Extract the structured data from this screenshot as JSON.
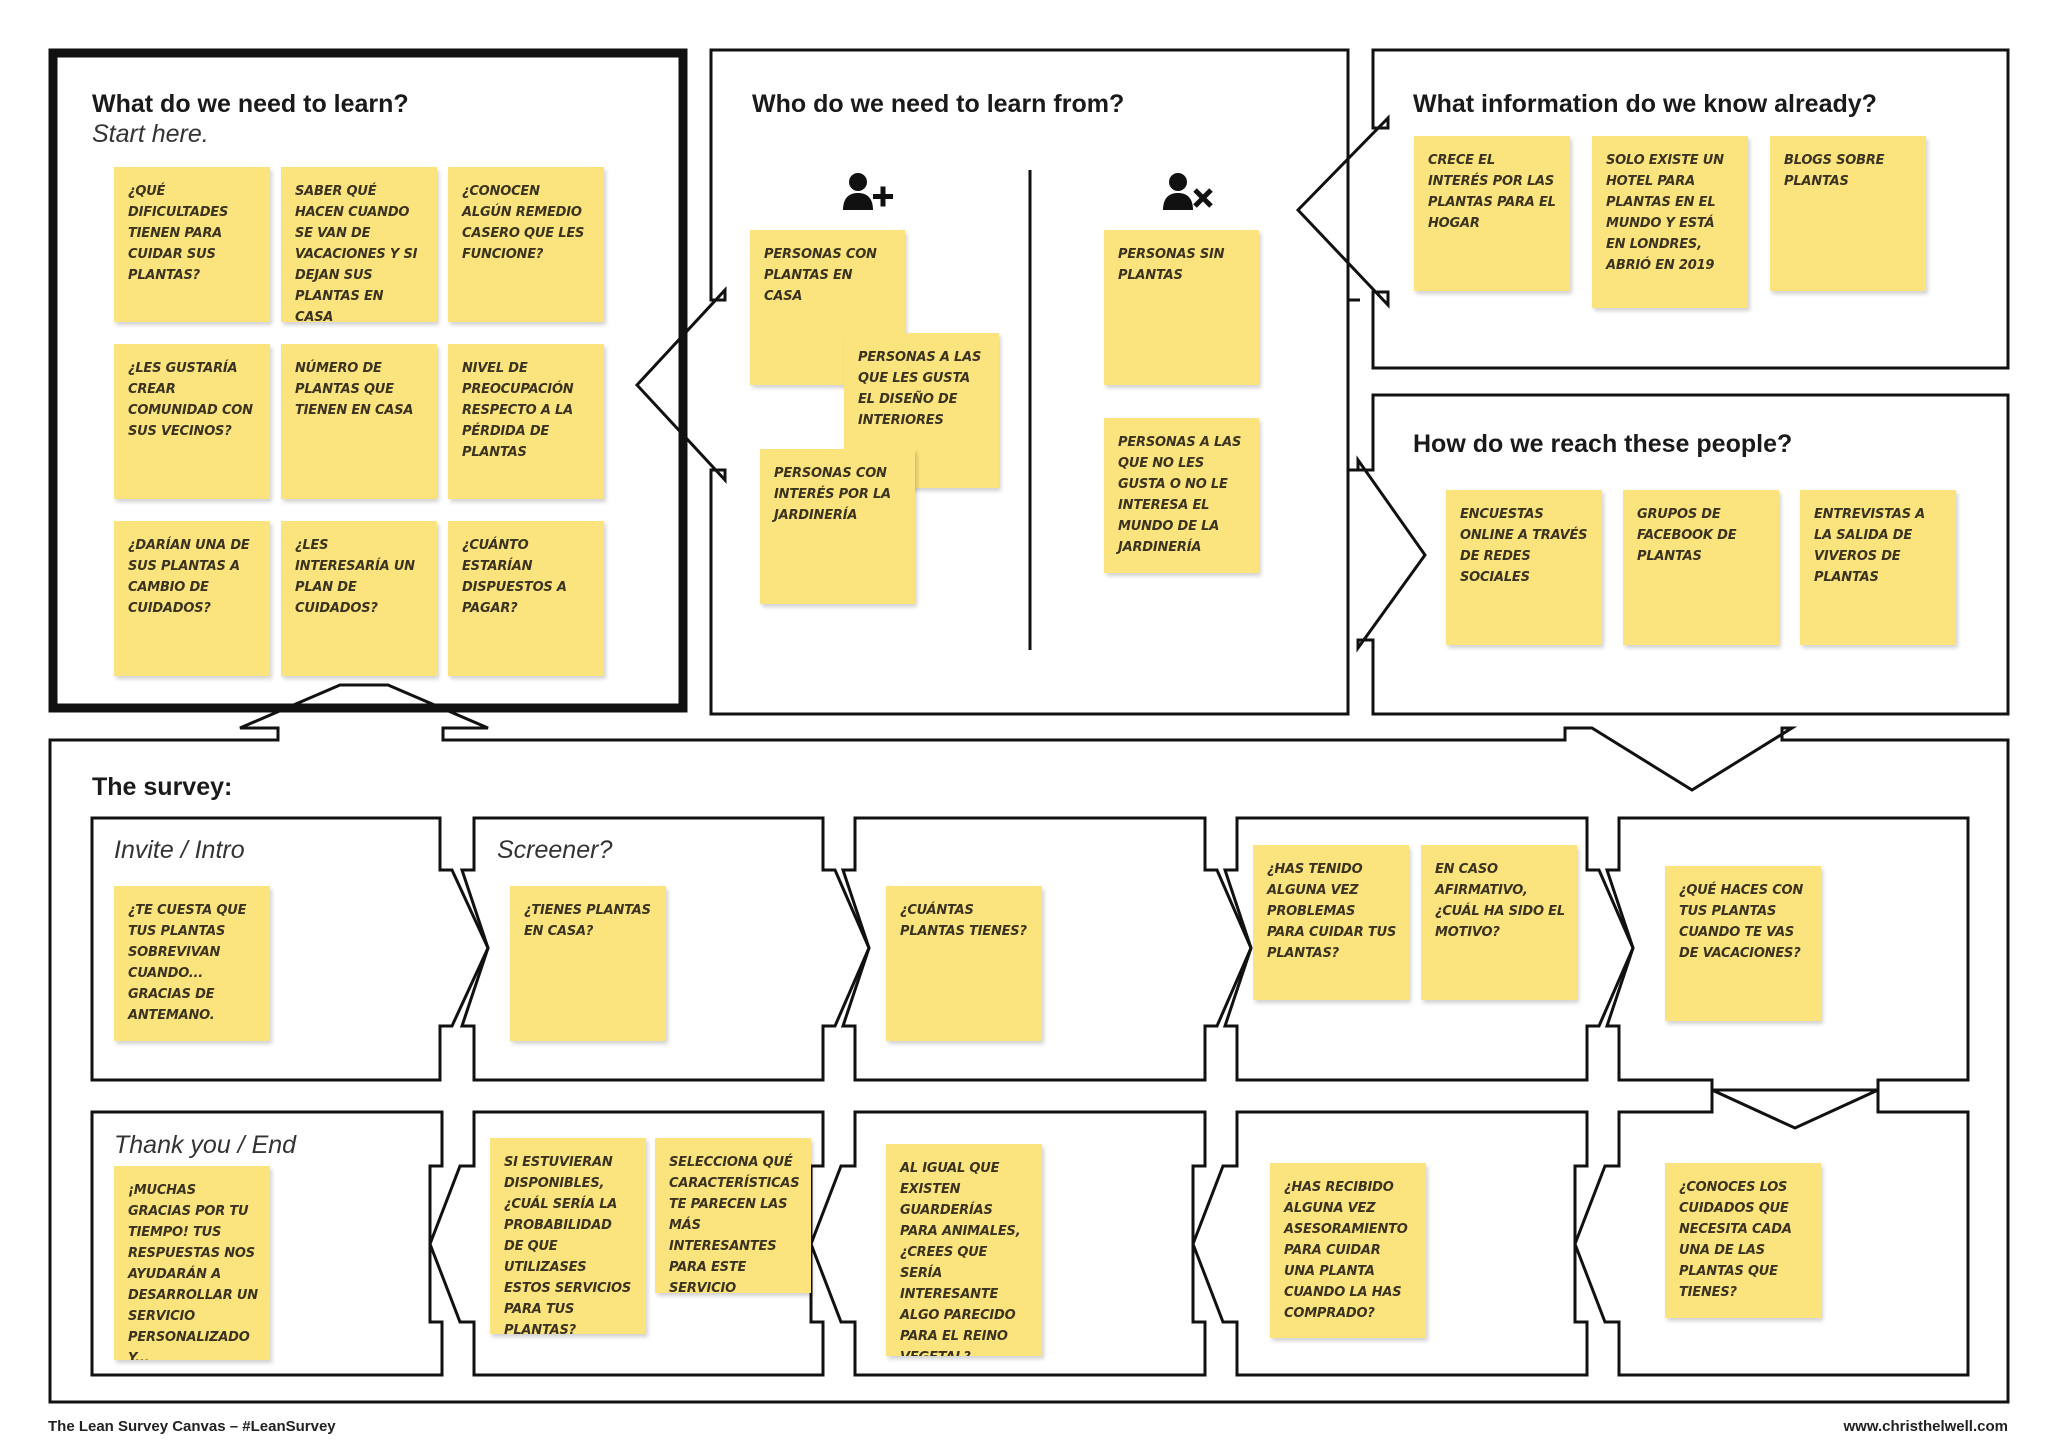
{
  "sections": {
    "learn": {
      "title": "What do we need to learn?",
      "subtitle": "Start here."
    },
    "who": {
      "title": "Who do we need to learn from?"
    },
    "know": {
      "title": "What information do we know already?"
    },
    "reach": {
      "title": "How do we reach these people?"
    },
    "survey": {
      "title": "The survey:"
    }
  },
  "survey_steps": {
    "invite": "Invite / Intro",
    "screener": "Screener?",
    "end": "Thank you / End"
  },
  "icons": {
    "include": "user-plus-icon",
    "exclude": "user-times-icon"
  },
  "notes": {
    "learn": [
      "¿Qué dificultades tienen para cuidar sus plantas?",
      "Saber qué hacen cuando se van de vacaciones y si dejan sus plantas en casa",
      "¿Conocen algún remedio casero que les funcione?",
      "¿Les gustaría crear comunidad con sus vecinos?",
      "Número de plantas que tienen en casa",
      "Nivel de preocupación respecto a la pérdida de plantas",
      "¿Darían una de sus plantas a cambio de cuidados?",
      "¿Les interesaría un plan de cuidados?",
      "¿Cuánto estarían dispuestos a pagar?"
    ],
    "who_include": [
      "Personas con plantas en casa",
      "Personas a las que les gusta el diseño de interiores",
      "Personas con interés por la jardinería"
    ],
    "who_exclude": [
      "Personas sin plantas",
      "Personas a las que no les gusta o no le interesa el mundo de la jardinería"
    ],
    "know": [
      "Crece el interés por las plantas para el hogar",
      "Solo existe un hotel para plantas en el mundo y está en Londres, abrió en 2019",
      "Blogs sobre plantas"
    ],
    "reach": [
      "Encuestas online a través de redes sociales",
      "Grupos de Facebook de plantas",
      "Entrevistas a la salida de viveros de plantas"
    ],
    "survey": {
      "s1": "¿Te cuesta que tus plantas sobrevivan cuando... Gracias de antemano.",
      "s2": "¿Tienes plantas en casa?",
      "s3": "¿Cuántas plantas tienes?",
      "s4a": "¿Has tenido alguna vez problemas para cuidar tus plantas?",
      "s4b": "En caso afirmativo, ¿cuál ha sido el motivo?",
      "s5": "¿Qué haces con tus plantas cuando te vas de vacaciones?",
      "s6": "¿Conoces los cuidados que necesita cada una de las plantas que tienes?",
      "s7": "¿Has recibido alguna vez asesoramiento para cuidar una planta cuando la has comprado?",
      "s8": "Al igual que existen guarderías para animales, ¿crees que sería interesante algo parecido para el reino vegetal?",
      "s9a": "Si estuvieran disponibles, ¿cuál sería la probabilidad de que utilizases estos servicios para tus plantas?",
      "s9b": "Selecciona qué características te parecen las más interesantes para este servicio",
      "s10": "¡Muchas gracias por tu tiempo! Tus respuestas nos ayudarán a desarrollar un servicio personalizado y..."
    }
  },
  "footer": {
    "left": "The Lean Survey Canvas – #LeanSurvey",
    "right": "www.christhelwell.com"
  },
  "colors": {
    "note": "#fbe47e",
    "line": "#111111",
    "background": "#ffffff"
  }
}
